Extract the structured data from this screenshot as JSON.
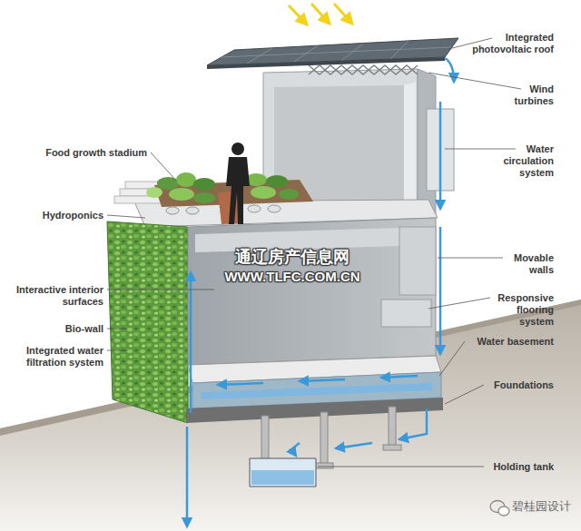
{
  "diagram": {
    "labels": [
      "Integrated photovoltaic roof",
      "Wind turbines",
      "Food growth stadium",
      "Water circulation system",
      "Hydroponics",
      "Movable walls",
      "Interactive interior surfaces",
      "Responsive flooring system",
      "Bio-wall",
      "Water basement",
      "Integrated water filtration system",
      "Foundations",
      "Holding tank",
      "通辽房产信息网",
      "WWW.TLFC.COM.CN",
      "碧桂园设计"
    ]
  }
}
